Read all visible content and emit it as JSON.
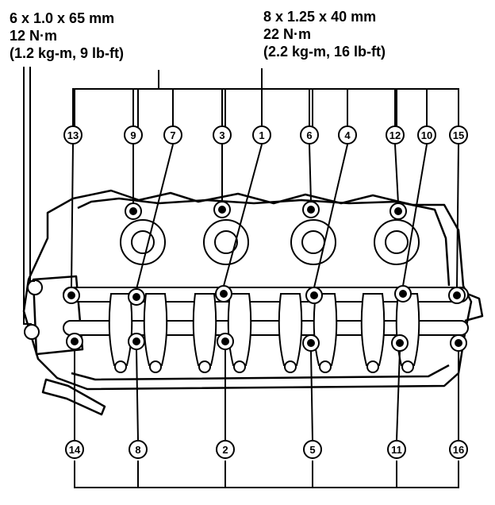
{
  "specs": {
    "left": {
      "size": "6 x 1.0 x 65 mm",
      "torque_nm": "12 N·m",
      "torque_alt": "(1.2 kg-m, 9 lb-ft)"
    },
    "right": {
      "size": "8 x 1.25 x 40 mm",
      "torque_nm": "22 N·m",
      "torque_alt": "(2.2 kg-m, 16 lb-ft)"
    }
  },
  "callouts": {
    "top": [
      "13",
      "9",
      "7",
      "3",
      "1",
      "6",
      "4",
      "12",
      "10",
      "15"
    ],
    "bottom": [
      "14",
      "8",
      "2",
      "5",
      "11",
      "16"
    ]
  },
  "colors": {
    "ink": "#000000",
    "paper": "#ffffff"
  }
}
